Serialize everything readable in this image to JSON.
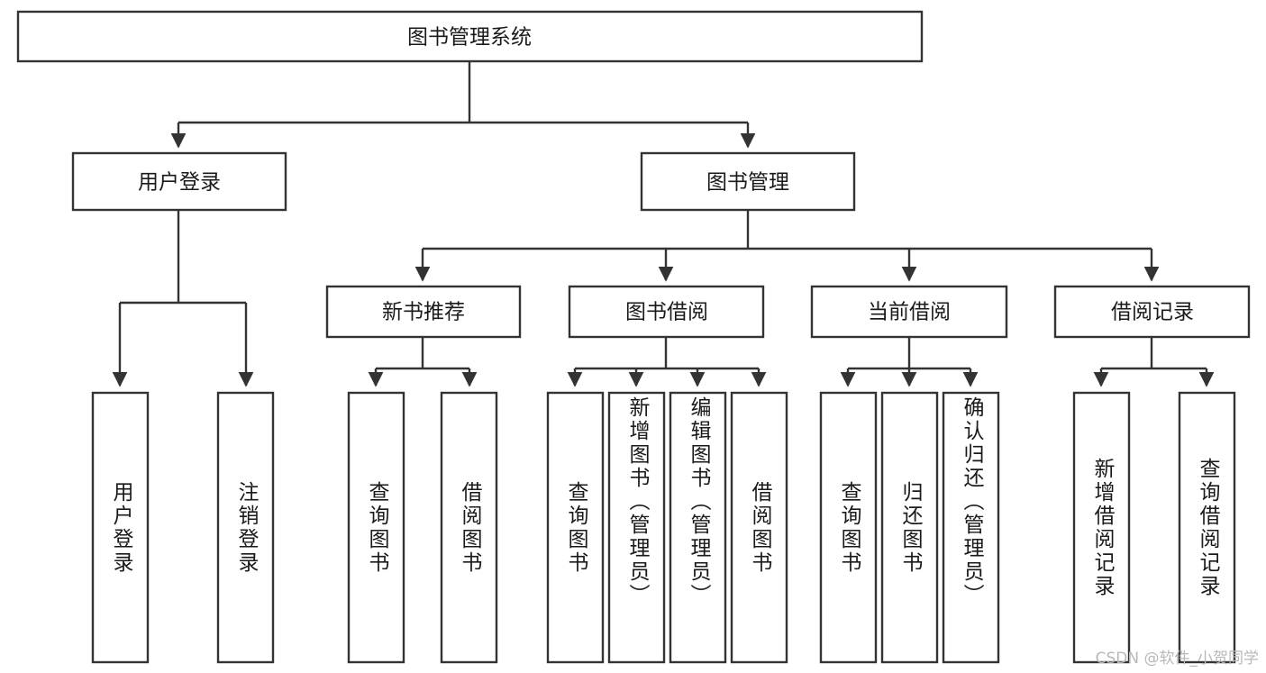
{
  "diagram": {
    "type": "tree-hierarchy",
    "title": "图书管理系统",
    "watermark": "CSDN @软件_小贺同学",
    "colors": {
      "stroke": "#333333",
      "fill": "#ffffff",
      "text": "#1a1a1a",
      "watermark": "#b8b8b8",
      "background": "#ffffff"
    },
    "levels": {
      "root": {
        "label": "图书管理系统"
      },
      "level2": [
        {
          "label": "用户登录"
        },
        {
          "label": "图书管理"
        }
      ],
      "level3": [
        {
          "label": "新书推荐"
        },
        {
          "label": "图书借阅"
        },
        {
          "label": "当前借阅"
        },
        {
          "label": "借阅记录"
        }
      ]
    },
    "nodes": {
      "root": {
        "label": "图书管理系统",
        "orientation": "horizontal"
      },
      "user_login": {
        "label": "用户登录",
        "orientation": "horizontal"
      },
      "book_manage": {
        "label": "图书管理",
        "orientation": "horizontal"
      },
      "new_book_rec": {
        "label": "新书推荐",
        "orientation": "horizontal"
      },
      "book_borrow": {
        "label": "图书借阅",
        "orientation": "horizontal"
      },
      "current_borrow": {
        "label": "当前借阅",
        "orientation": "horizontal"
      },
      "borrow_record": {
        "label": "借阅记录",
        "orientation": "horizontal"
      },
      "leaf_1": {
        "label": "用户登录",
        "orientation": "vertical"
      },
      "leaf_2": {
        "label": "注销登录",
        "orientation": "vertical"
      },
      "leaf_3": {
        "label": "查询图书",
        "orientation": "vertical"
      },
      "leaf_4": {
        "label": "借阅图书",
        "orientation": "vertical"
      },
      "leaf_5": {
        "label": "查询图书",
        "orientation": "vertical"
      },
      "leaf_6": {
        "label": "新增图书（管理员）",
        "orientation": "vertical"
      },
      "leaf_7": {
        "label": "编辑图书（管理员）",
        "orientation": "vertical"
      },
      "leaf_8": {
        "label": "借阅图书",
        "orientation": "vertical"
      },
      "leaf_9": {
        "label": "查询图书",
        "orientation": "vertical"
      },
      "leaf_10": {
        "label": "归还图书",
        "orientation": "vertical"
      },
      "leaf_11": {
        "label": "确认归还（管理员）",
        "orientation": "vertical"
      },
      "leaf_12": {
        "label": "新增借阅记录",
        "orientation": "vertical"
      },
      "leaf_13": {
        "label": "查询借阅记录",
        "orientation": "vertical"
      }
    },
    "branches": [
      {
        "parent": "图书管理系统",
        "children": [
          "用户登录",
          "图书管理"
        ]
      },
      {
        "parent": "用户登录",
        "children": [
          "用户登录",
          "注销登录"
        ]
      },
      {
        "parent": "图书管理",
        "children": [
          "新书推荐",
          "图书借阅",
          "当前借阅",
          "借阅记录"
        ]
      },
      {
        "parent": "新书推荐",
        "children": [
          "查询图书",
          "借阅图书"
        ]
      },
      {
        "parent": "图书借阅",
        "children": [
          "查询图书",
          "新增图书（管理员）",
          "编辑图书（管理员）",
          "借阅图书"
        ]
      },
      {
        "parent": "当前借阅",
        "children": [
          "查询图书",
          "归还图书",
          "确认归还（管理员）"
        ]
      },
      {
        "parent": "借阅记录",
        "children": [
          "新增借阅记录",
          "查询借阅记录"
        ]
      }
    ]
  }
}
